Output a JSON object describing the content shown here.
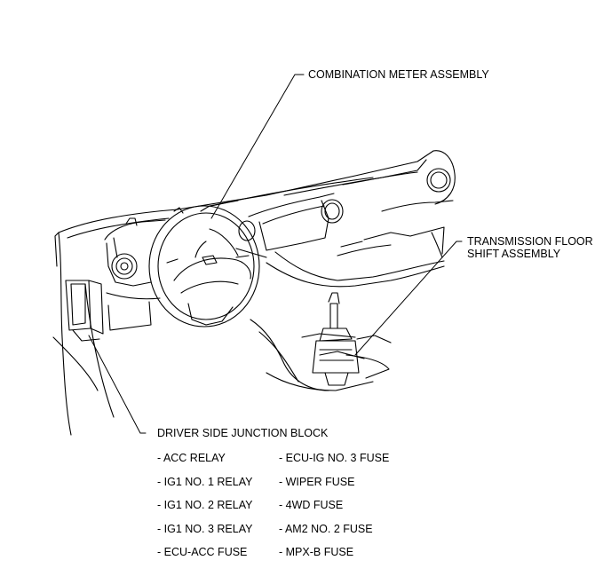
{
  "callouts": {
    "combination_meter": "COMBINATION METER ASSEMBLY",
    "transmission_line1": "TRANSMISSION FLOOR",
    "transmission_line2": "SHIFT ASSEMBLY",
    "junction_block": "DRIVER SIDE JUNCTION BLOCK"
  },
  "components": {
    "left": [
      "- ACC RELAY",
      "- IG1 NO. 1 RELAY",
      "- IG1 NO. 2 RELAY",
      "- IG1 NO. 3 RELAY",
      "- ECU-ACC FUSE"
    ],
    "right": [
      "- ECU-IG NO. 3 FUSE",
      "- WIPER FUSE",
      "- 4WD FUSE",
      "- AM2 NO. 2 FUSE",
      "- MPX-B FUSE"
    ]
  }
}
